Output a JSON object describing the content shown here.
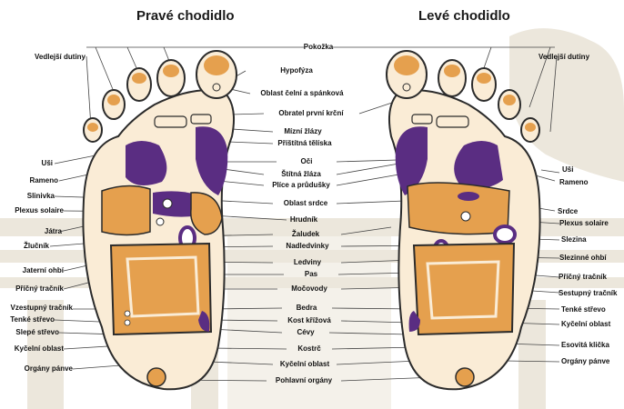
{
  "titles": {
    "right_sole": "Pravé chodidlo",
    "left_sole": "Levé chodidlo"
  },
  "labels": {
    "left": [
      "Vedlejší dutiny",
      "Uši",
      "Rameno",
      "Slinivka",
      "Plexus solaire",
      "Játra",
      "Žlučník",
      "Jaterní ohbí",
      "Příčný tračník",
      "Vzestupný tračník",
      "Tenké střevo",
      "Slepé střevo",
      "Kyčelní oblast",
      "Orgány pánve"
    ],
    "center": [
      "Pokožka",
      "Hypofýza",
      "Oblast čelní a spánková",
      "Obratel první krční",
      "Mízní žlázy",
      "Příštítná tělíska",
      "Oči",
      "Štítná žláza",
      "Plíce a průdušky",
      "Oblast srdce",
      "Hrudník",
      "Žaludek",
      "Nadledvinky",
      "Ledviny",
      "Pas",
      "Močovody",
      "Bedra",
      "Kost křížová",
      "Cévy",
      "Kostrč",
      "Kyčelní oblast",
      "Pohlavní orgány"
    ],
    "right": [
      "Vedlejší dutiny",
      "Uši",
      "Rameno",
      "Srdce",
      "Plexus solaire",
      "Slezina",
      "Slezinné ohbí",
      "Příčný tračník",
      "Sestupný tračník",
      "Tenké střevo",
      "Kyčelní oblast",
      "Esovitá klička",
      "Orgány pánve"
    ]
  },
  "colors": {
    "skin": "#faecd6",
    "orange": "#e5a04e",
    "purple": "#5a2d82",
    "outline": "#2b2b2b",
    "background_shape": "#ece7dc"
  }
}
